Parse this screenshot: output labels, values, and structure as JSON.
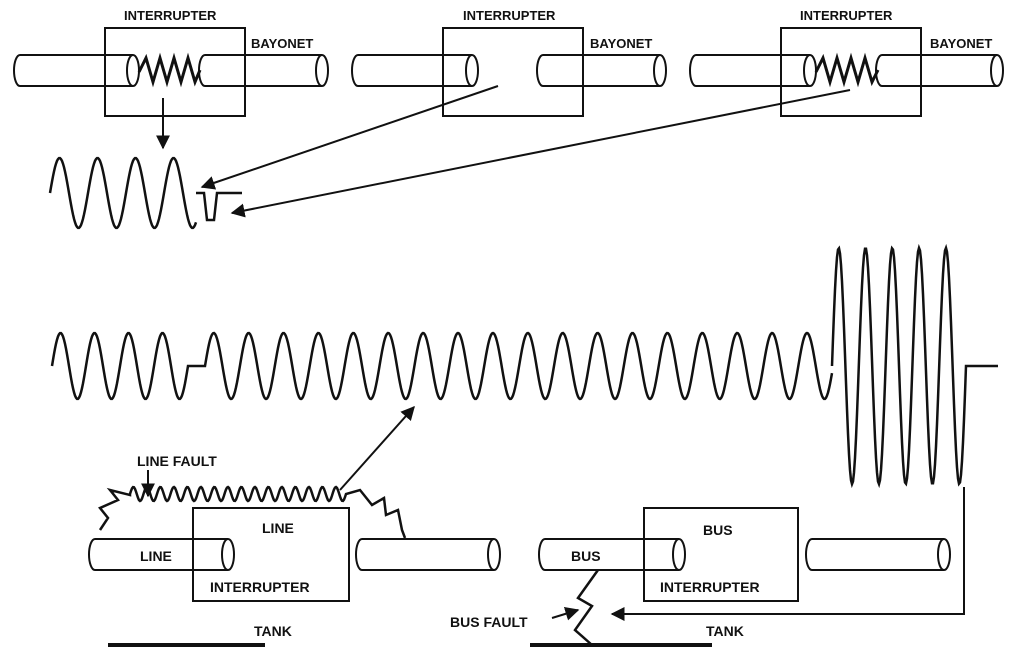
{
  "labels": {
    "interrupter": "INTERRUPTER",
    "bayonet": "BAYONET",
    "line_fault": "LINE FAULT",
    "line": "LINE",
    "bus": "BUS",
    "tank": "TANK",
    "bus_fault": "BUS FAULT"
  },
  "colors": {
    "ink": "#111111",
    "background": "#ffffff"
  }
}
